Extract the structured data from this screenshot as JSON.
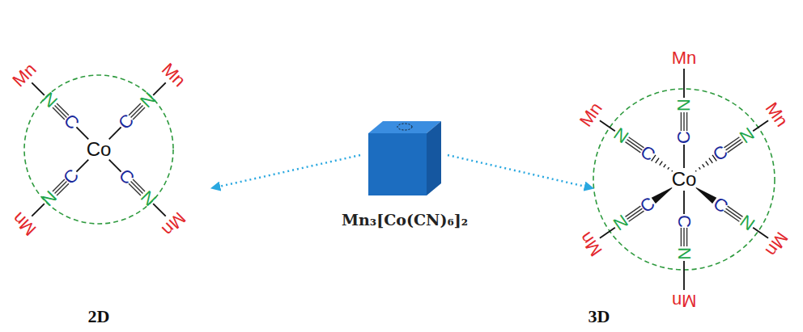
{
  "diagram": {
    "labels": [
      "Co",
      "C",
      "N",
      "Mn",
      "C",
      "N",
      "Mn",
      "C",
      "N",
      "Mn",
      "C",
      "N",
      "Mn",
      "Mn₃[Co(CN)₆]₂",
      "Co",
      "C",
      "N",
      "Mn",
      "C",
      "N",
      "Mn",
      "C",
      "N",
      "Mn",
      "C",
      "N",
      "Mn",
      "C",
      "N",
      "Mn",
      "C",
      "N",
      "Mn",
      "2D",
      "3D"
    ]
  }
}
